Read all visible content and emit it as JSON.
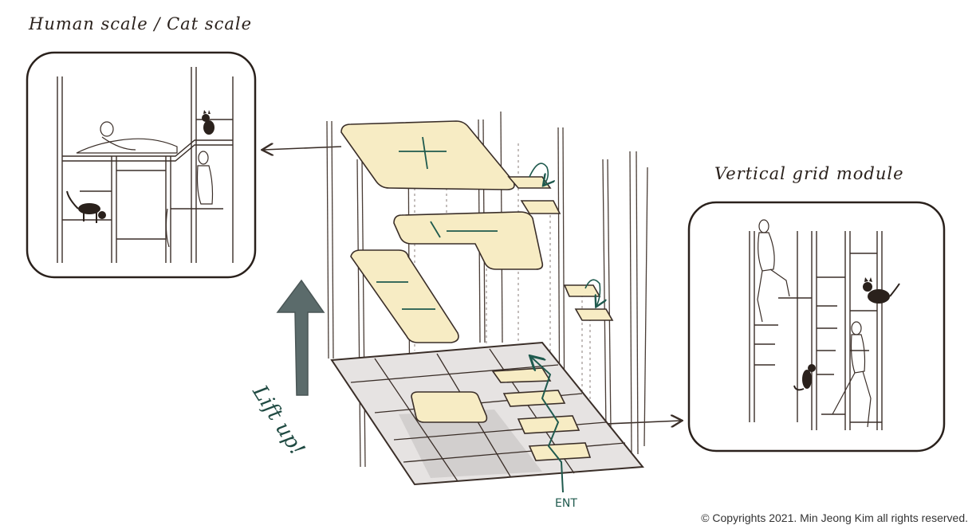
{
  "labels": {
    "left_title": "Human scale / Cat scale",
    "right_title": "Vertical grid module",
    "lift": "Lift up!",
    "entrance": "ENT",
    "copyright": "© Copyrights 2021. Min Jeong Kim all rights reserved."
  },
  "colors": {
    "ink": "#3a2e28",
    "platform": "#f7ecc4",
    "arrow_fill": "#5b6b6b",
    "accent": "#1f5a4e"
  }
}
